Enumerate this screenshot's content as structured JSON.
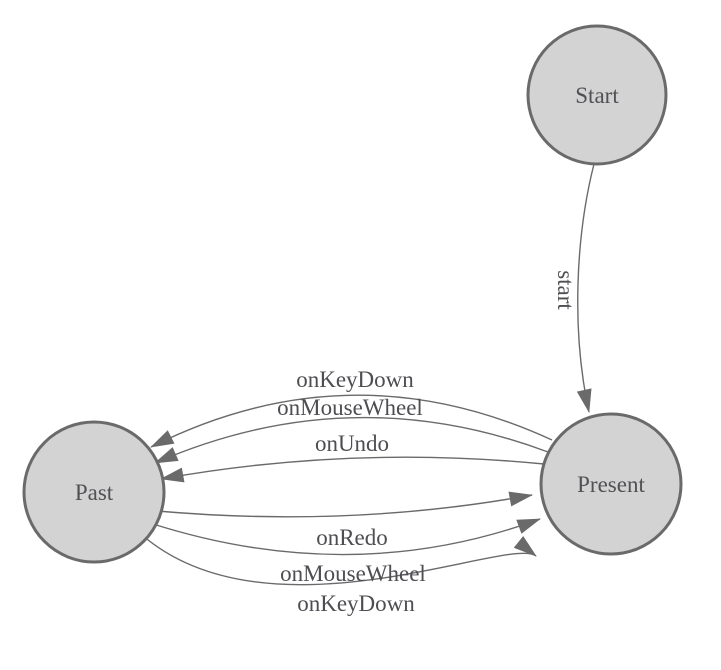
{
  "diagram": {
    "type": "finite-state-machine",
    "background": "#ffffff",
    "colors": {
      "node_fill": "#d3d3d3",
      "node_stroke": "#6a6a6a",
      "edge_color": "#6a6a6a",
      "label_color": "#4d4d52"
    },
    "nodes": [
      {
        "id": "start",
        "label": "Start"
      },
      {
        "id": "past",
        "label": "Past"
      },
      {
        "id": "present",
        "label": "Present"
      }
    ],
    "edges": [
      {
        "from": "Start",
        "to": "Present",
        "label": "start"
      },
      {
        "from": "Present",
        "to": "Past",
        "label": "onKeyDown"
      },
      {
        "from": "Present",
        "to": "Past",
        "label": "onMouseWheel"
      },
      {
        "from": "Present",
        "to": "Past",
        "label": "onUndo"
      },
      {
        "from": "Past",
        "to": "Present",
        "label": "onRedo"
      },
      {
        "from": "Past",
        "to": "Present",
        "label": "onMouseWheel"
      },
      {
        "from": "Past",
        "to": "Present",
        "label": "onKeyDown"
      }
    ]
  }
}
